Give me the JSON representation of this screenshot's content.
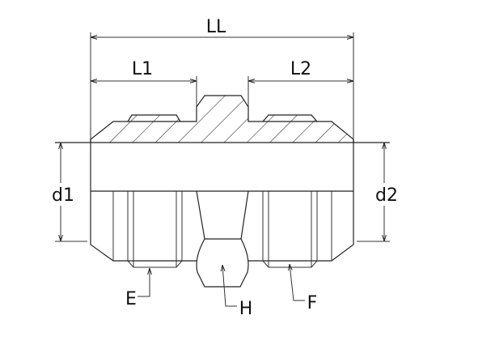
{
  "title": "Straight union fitting dimension drawing",
  "dimensions": {
    "overall_length": "LL",
    "length_1": "L1",
    "length_2": "L2",
    "diameter_1": "d1",
    "diameter_2": "d2"
  },
  "callouts": {
    "thread_left": "E",
    "hex": "H",
    "thread_right": "F"
  },
  "colors": {
    "line": "#222222",
    "background": "#ffffff"
  }
}
